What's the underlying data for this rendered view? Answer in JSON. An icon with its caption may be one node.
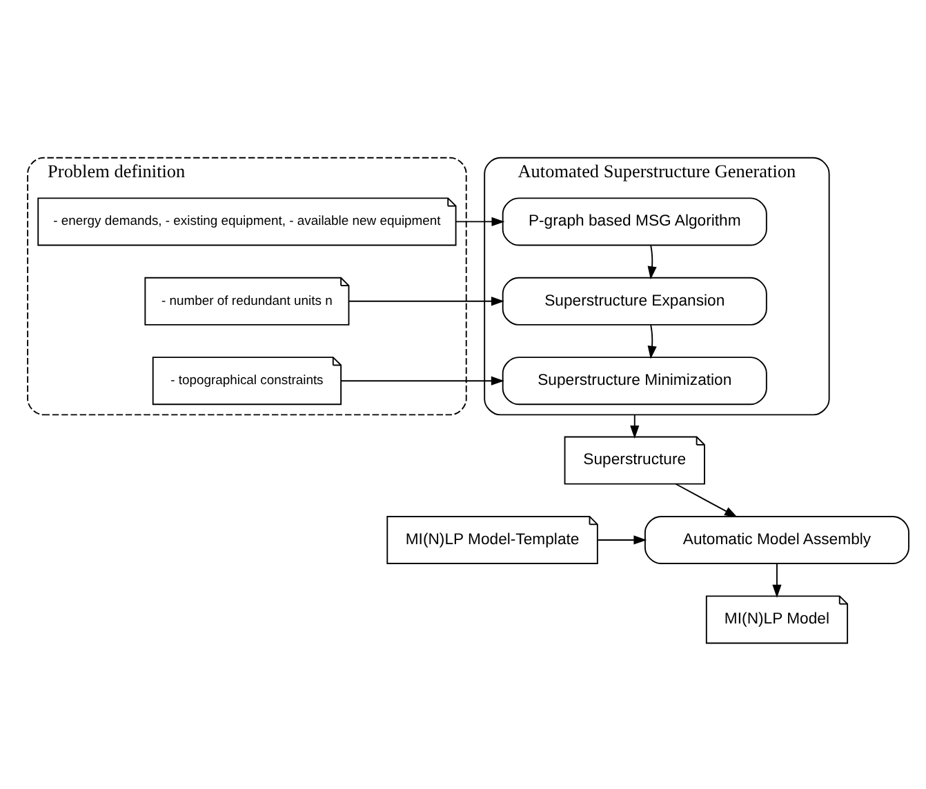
{
  "diagram": {
    "nodes": [
      {
        "text": [
          "Problem definition"
        ]
      },
      {
        "text": [
          "- energy demands, - existing equipment, - available new equipment"
        ],
        "in": 0
      },
      {
        "text": [
          "- number of redundant units n"
        ],
        "in": 0
      },
      {
        "text": [
          "- topographical constraints"
        ],
        "in": 0
      },
      {
        "text": [
          "Automated Superstructure Generation"
        ]
      },
      {
        "text": [
          "P-graph based MSG Algorithm"
        ],
        "in": 4
      },
      {
        "text": [
          "Superstructure Expansion"
        ],
        "in": 4
      },
      {
        "text": [
          "Superstructure Minimization"
        ],
        "in": 4
      },
      {
        "text": [
          "Superstructure"
        ]
      },
      {
        "text": [
          "MI(N)LP Model-Template"
        ]
      },
      {
        "text": [
          "Automatic Model Assembly"
        ]
      },
      {
        "text": [
          "MI(N)LP Model"
        ]
      }
    ],
    "edges": [
      {
        "from": 1,
        "to": 5,
        "arrow": "to"
      },
      {
        "from": 2,
        "to": 6,
        "arrow": "to"
      },
      {
        "from": 3,
        "to": 7,
        "arrow": "to"
      },
      {
        "from": 5,
        "to": 6,
        "arrow": "to"
      },
      {
        "from": 6,
        "to": 7,
        "arrow": "to"
      },
      {
        "from": 4,
        "to": 8,
        "arrow": "to"
      },
      {
        "from": 8,
        "to": 10,
        "arrow": "to"
      },
      {
        "from": 9,
        "to": 10,
        "arrow": "to"
      },
      {
        "from": 10,
        "to": 11,
        "arrow": "to"
      }
    ]
  }
}
